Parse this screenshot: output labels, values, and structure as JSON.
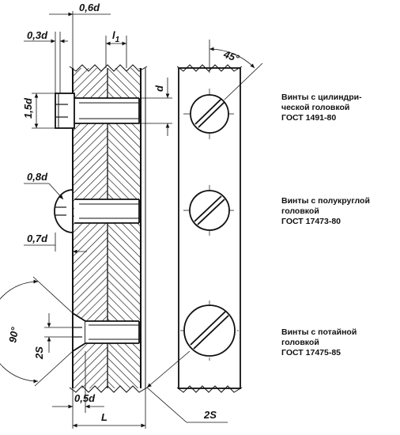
{
  "dimensions": {
    "d06": "0,6d",
    "d03": "0,3d",
    "l1": "l",
    "l1_sub": "1",
    "d15": "1,5d",
    "d": "d",
    "angle45": "45°",
    "d08": "0,8d",
    "d07": "0,7d",
    "angle90": "90°",
    "s2_left": "2S",
    "d05": "0,5d",
    "L": "L",
    "s2_bottom": "2S"
  },
  "captions": [
    {
      "lines": [
        "Винты с цилиндри-",
        "ческой головкой",
        "ГОСТ 1491-80"
      ]
    },
    {
      "lines": [
        "Винты с полукруглой",
        "головкой",
        "ГОСТ 17473-80"
      ]
    },
    {
      "lines": [
        "Винты с потайной",
        "головкой",
        "ГОСТ 17475-85"
      ]
    }
  ]
}
